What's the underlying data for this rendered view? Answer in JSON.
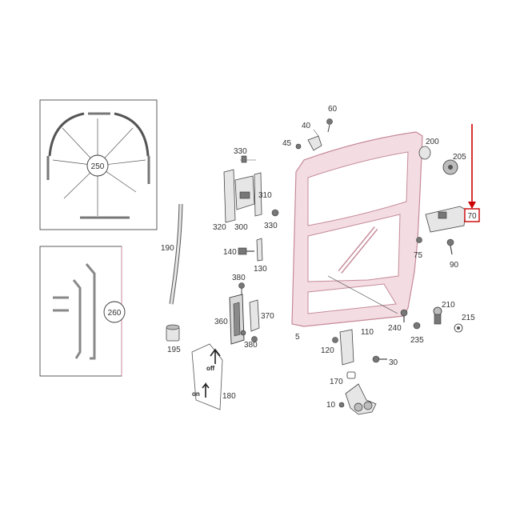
{
  "accent_color": "#cc0000",
  "door_color": "#c58a98",
  "callouts": {
    "c5": "5",
    "c10": "10",
    "c30": "30",
    "c40": "40",
    "c45": "45",
    "c60": "60",
    "c70": "70",
    "c75": "75",
    "c90": "90",
    "c110": "110",
    "c120": "120",
    "c130": "130",
    "c140": "140",
    "c170": "170",
    "c180": "180",
    "c190": "190",
    "c195": "195",
    "c200": "200",
    "c205": "205",
    "c210": "210",
    "c215": "215",
    "c235": "235",
    "c240": "240",
    "c250": "250",
    "c260": "260",
    "c300": "300",
    "c310": "310",
    "c320": "320",
    "c330a": "330",
    "c330b": "330",
    "c360": "360",
    "c370": "370",
    "c380a": "380",
    "c380b": "380"
  },
  "sticker": {
    "off": "off",
    "on": "on"
  }
}
